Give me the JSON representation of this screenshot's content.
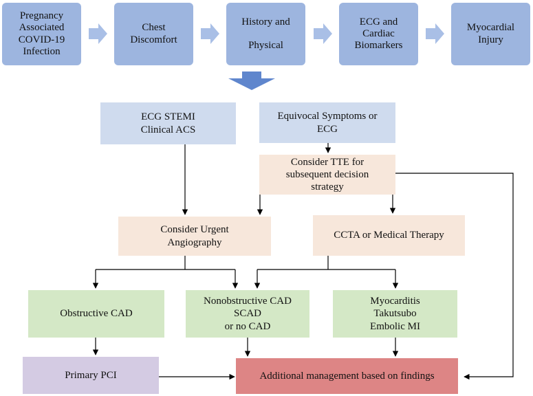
{
  "colors": {
    "top_box": "#9db5df",
    "chevron": "#a9bfe6",
    "down_arrow": "#5f86cd",
    "blue_box": "#cfdbee",
    "peach_box": "#f7e7db",
    "green_box": "#d4e8c6",
    "purple_box": "#d4cbe3",
    "red_box": "#dd8585",
    "connector": "#000000"
  },
  "top_row": [
    "Pregnancy\nAssociated\nCOVID-19\nInfection",
    "Chest\nDiscomfort",
    "History and\n\nPhysical",
    "ECG and\nCardiac\nBiomarkers",
    "Myocardial\nInjury"
  ],
  "nodes": {
    "ecg_stemi": "ECG STEMI\nClinical  ACS",
    "equivocal": "Equivocal Symptoms or\nECG",
    "consider_tte": "Consider TTE for\nsubsequent decision\nstrategy",
    "urgent_angio": "Consider Urgent\nAngiography",
    "ccta": "CCTA or Medical  Therapy",
    "obstructive": "Obstructive CAD",
    "nonobstructive": "Nonobstructive CAD\nSCAD\nor no CAD",
    "myocarditis": "Myocarditis\nTakutsubo\nEmbolic MI",
    "primary_pci": "Primary  PCI",
    "additional": "Additional management  based on findings"
  }
}
